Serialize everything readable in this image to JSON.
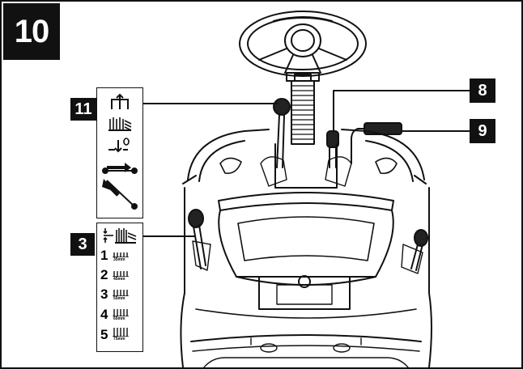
{
  "figure": {
    "number": "10"
  },
  "callouts": {
    "c11": "11",
    "c3": "3",
    "c8": "8",
    "c9": "9"
  },
  "cutting_heights": [
    {
      "level": "1",
      "mm": "35mm"
    },
    {
      "level": "2",
      "mm": "45mm"
    },
    {
      "level": "3",
      "mm": "55mm"
    },
    {
      "level": "4",
      "mm": "65mm"
    },
    {
      "level": "5",
      "mm": "75mm"
    }
  ],
  "icons": {
    "panel11": [
      "deck-raise-icon",
      "grass-cutting-icon",
      "deck-lower-zero-icon",
      "lever-path-icon"
    ],
    "panel3": [
      "cutting-height-icon"
    ]
  },
  "colors": {
    "ink": "#111111",
    "paper": "#ffffff"
  }
}
